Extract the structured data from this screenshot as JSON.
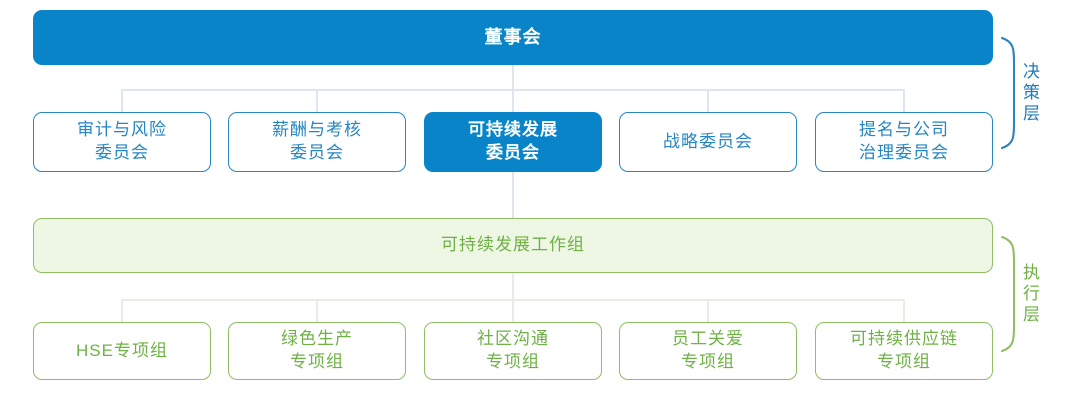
{
  "org_chart": {
    "board": {
      "label": "董事会"
    },
    "committees": [
      {
        "line1": "审计与风险",
        "line2": "委员会",
        "highlighted": false
      },
      {
        "line1": "薪酬与考核",
        "line2": "委员会",
        "highlighted": false
      },
      {
        "line1": "可持续发展",
        "line2": "委员会",
        "highlighted": true
      },
      {
        "line1": "战略委员会",
        "line2": "",
        "highlighted": false
      },
      {
        "line1": "提名与公司",
        "line2": "治理委员会",
        "highlighted": false
      }
    ],
    "working_group": {
      "label": "可持续发展工作组"
    },
    "task_groups": [
      {
        "line1": "HSE专项组",
        "line2": ""
      },
      {
        "line1": "绿色生产",
        "line2": "专项组"
      },
      {
        "line1": "社区沟通",
        "line2": "专项组"
      },
      {
        "line1": "员工关爱",
        "line2": "专项组"
      },
      {
        "line1": "可持续供应链",
        "line2": "专项组"
      }
    ],
    "layer_labels": {
      "decision": "决策层",
      "execution": "执行层"
    },
    "colors": {
      "primary_blue": "#0984C8",
      "blue_outline": "#2586C2",
      "bracket_blue": "#2A83BD",
      "green_outline": "#8FBE65",
      "green_text": "#6FB145",
      "light_green_fill": "#EEF6E4",
      "connector_blue": "#DDE6EE",
      "connector_green": "#E8ECE3"
    }
  }
}
